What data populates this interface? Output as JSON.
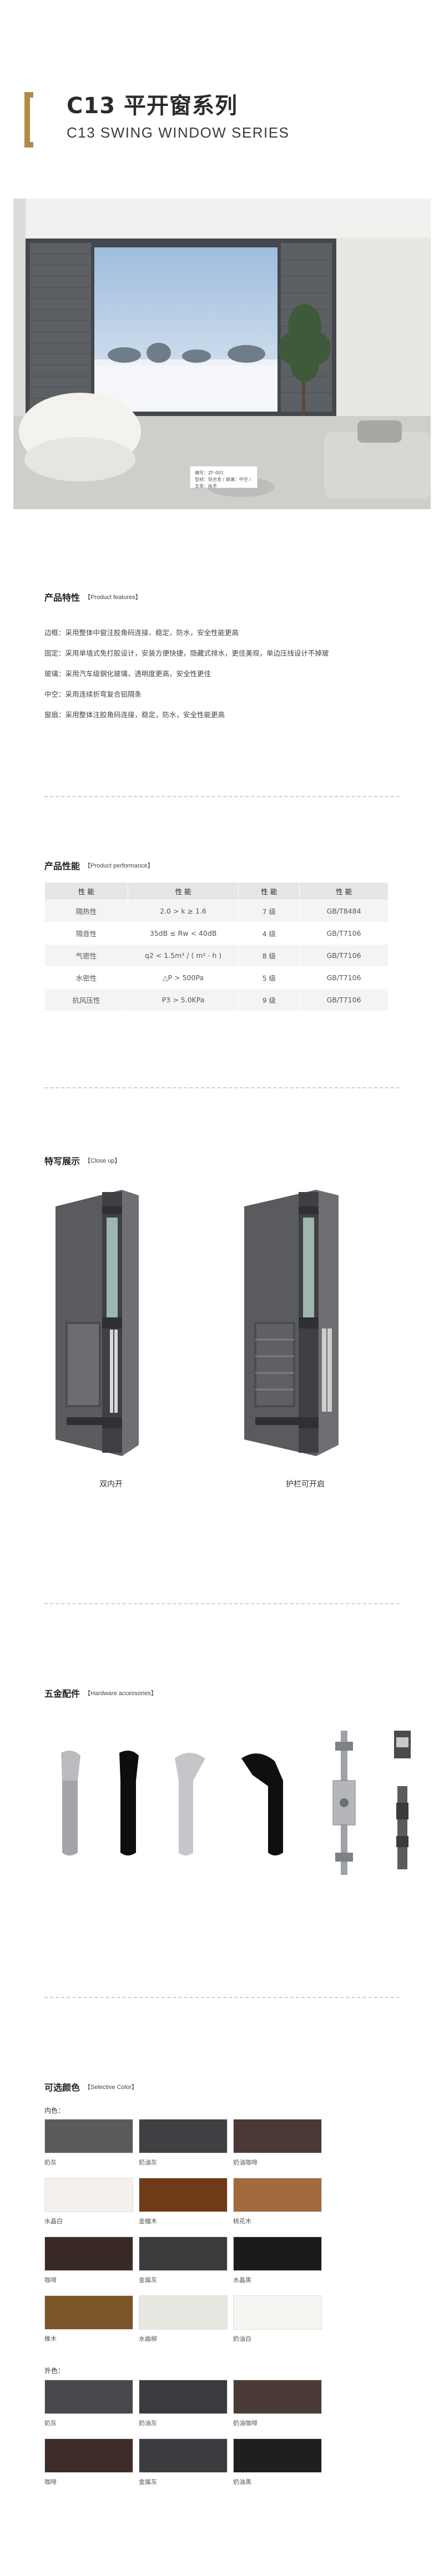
{
  "header": {
    "title": "C13 平开窗系列",
    "subtitle": "C13 SWING WINDOW SERIES"
  },
  "hero": {
    "tag_line1": "编号：ZF-001",
    "tag_line2": "型材：铝合金 / 玻璃：中空 / 五金：执手"
  },
  "features": {
    "title_cn": "产品特性",
    "title_en": "【Product features】",
    "items": [
      "边框：采用整体中窗注胶角码连接，稳定，防水，安全性能更高",
      "固定：采用单墙式免打胶设计，安装方便快捷，隐藏式排水，更佳美观，单边压线设计不掉玻",
      "玻璃：采用汽车级钢化玻璃，透明度更高，安全性更佳",
      "中空：采用连续折弯复合铝隔条",
      "窗扇：采用整体注胶角码连接，稳定，防水，安全性能更高"
    ]
  },
  "performance": {
    "title_cn": "产品性能",
    "title_en": "【Product performance】",
    "headers": [
      "性 能",
      "性 能",
      "性 能",
      "性 能"
    ],
    "rows": [
      [
        "隔热性",
        "2.0 > k ≥ 1.6",
        "7 级",
        "GB/T8484"
      ],
      [
        "隔音性",
        "35dB ≤ Rw < 40dB",
        "4 级",
        "GB/T7106"
      ],
      [
        "气密性",
        "q2 < 1.5m³ / ( m² · h )",
        "8 级",
        "GB/T7106"
      ],
      [
        "水密性",
        "△P > 500Pa",
        "5 级",
        "GB/T7106"
      ],
      [
        "抗风压性",
        "P3 > 5.0KPa",
        "9 级",
        "GB/T7106"
      ]
    ]
  },
  "closeup": {
    "title_cn": "特写展示",
    "title_en": "【Close up】",
    "captions": [
      "双内开",
      "护栏可开启"
    ]
  },
  "hardware": {
    "title_cn": "五金配件",
    "title_en": "【Hardware accessories】"
  },
  "colors": {
    "title_cn": "可选颜色",
    "title_en": "【Selective Color】",
    "inner_label": "内色：",
    "outer_label": "外色：",
    "inner": [
      {
        "name": "奶灰",
        "hex": "#5a5a5c"
      },
      {
        "name": "奶油灰",
        "hex": "#3f4043"
      },
      {
        "name": "奶油咖啡",
        "hex": "#4a3936"
      },
      {
        "name": "水晶白",
        "hex": "#f4f1ec"
      },
      {
        "name": "金檀木",
        "hex": "#6e3a18"
      },
      {
        "name": "桃花木",
        "hex": "#a36a3e"
      },
      {
        "name": "咖啡",
        "hex": "#3a2a25"
      },
      {
        "name": "金属灰",
        "hex": "#3a3b3d"
      },
      {
        "name": "水晶黑",
        "hex": "#1b1b1c"
      },
      {
        "name": "橡木",
        "hex": "#7a5528"
      },
      {
        "name": "水曲柳",
        "hex": "#e9e7e2"
      },
      {
        "name": "奶油白",
        "hex": "#f6f5f2"
      }
    ],
    "outer": [
      {
        "name": "奶灰",
        "hex": "#47484b"
      },
      {
        "name": "奶油灰",
        "hex": "#3a3b3e"
      },
      {
        "name": "奶油咖啡",
        "hex": "#4b3b37"
      },
      {
        "name": "咖啡",
        "hex": "#3d2c27"
      },
      {
        "name": "金属灰",
        "hex": "#3b3c3f"
      },
      {
        "name": "奶油黑",
        "hex": "#1f1f20"
      }
    ]
  }
}
